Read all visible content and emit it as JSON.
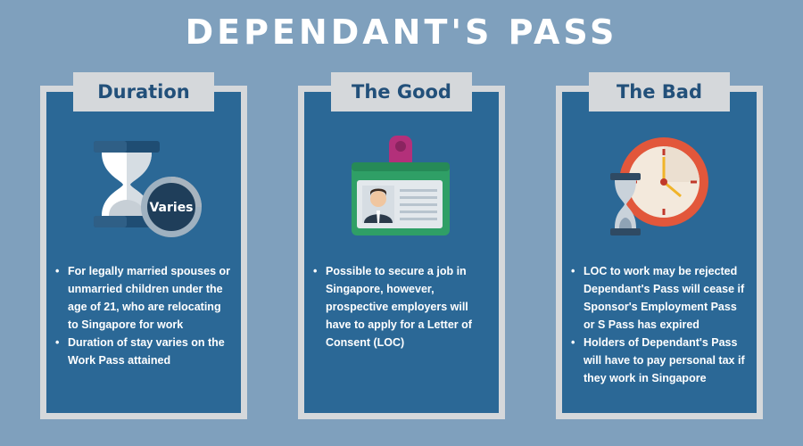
{
  "title": "DEPENDANT'S PASS",
  "cards": [
    {
      "heading": "Duration",
      "badge": "Varies",
      "bullets": [
        "For legally married spouses or unmarried children under the age of 21, who are relocating to Singapore for work",
        "Duration of stay varies on the Work Pass attained"
      ]
    },
    {
      "heading": "The Good",
      "bullets": [
        "Possible to secure a job in Singapore, however, prospective employers will have to apply for a Letter of Consent (LOC)"
      ]
    },
    {
      "heading": "The Bad",
      "bullets": [
        "LOC to work may be rejected Dependant's Pass will cease  if Sponsor's Employment Pass or S Pass has expired",
        "Holders of Dependant's Pass will have to pay personal tax if they work in Singapore"
      ]
    }
  ],
  "icons": [
    "hourglass-icon",
    "id-badge-icon",
    "clock-hourglass-icon"
  ],
  "colors": {
    "background": "#7fa0bd",
    "card": "#2b6896",
    "frame": "#d5d8db",
    "heading_text": "#22507a"
  }
}
